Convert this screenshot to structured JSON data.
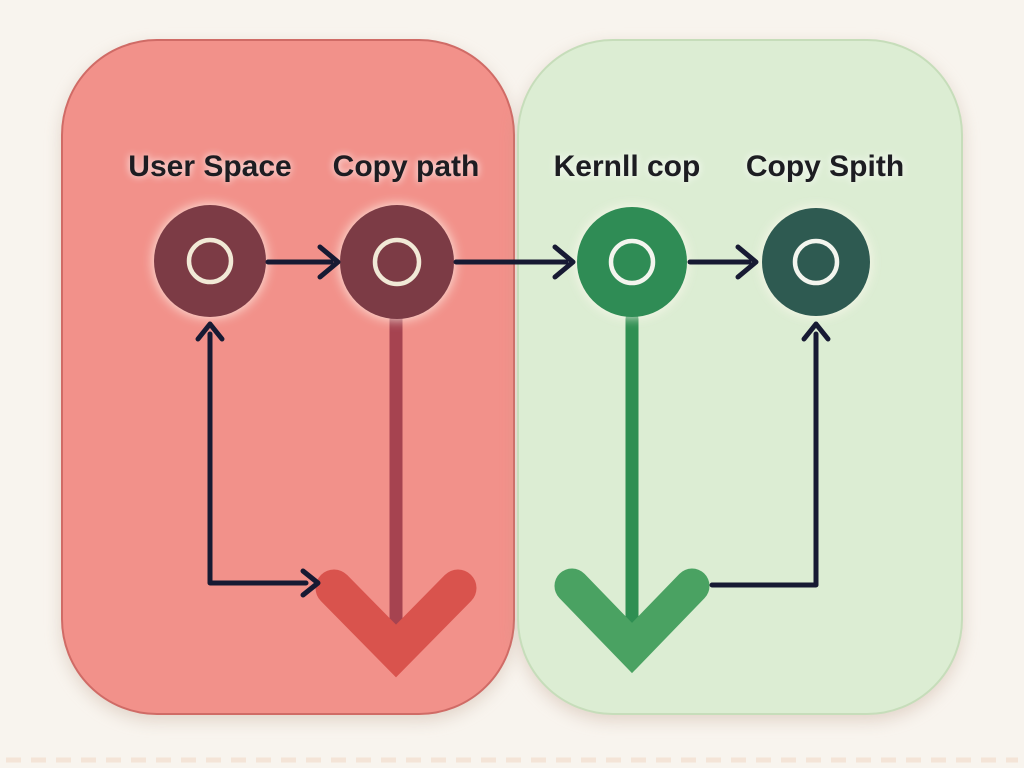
{
  "background": "#f8f4ee",
  "panels": [
    {
      "name": "user-space-panel",
      "fill": "#f2918a",
      "stroke": "#d06b66"
    },
    {
      "name": "kernel-panel",
      "fill": "#dcedd3",
      "stroke": "#c6ddba"
    }
  ],
  "nodes": [
    {
      "label": "User Space",
      "fill": "#7c3b45",
      "ring": "#f1e9d6"
    },
    {
      "label": "Copy path",
      "fill": "#7c3b45",
      "ring": "#f1e9d6"
    },
    {
      "label": "Kernll cop",
      "fill": "#2f8c55",
      "ring": "#f3f5ee"
    },
    {
      "label": "Copy Spith",
      "fill": "#2e5a51",
      "ring": "#f3f5ee"
    }
  ],
  "connectors": {
    "arrow_color": "#171a33",
    "red_drop_line": "#a64350",
    "red_chevron": "#d9534d",
    "green_drop_line": "#2e8f52",
    "green_chevron": "#4aa262"
  },
  "label_color": "#1d1d22",
  "artifact_line_color": "#f2d8c5"
}
